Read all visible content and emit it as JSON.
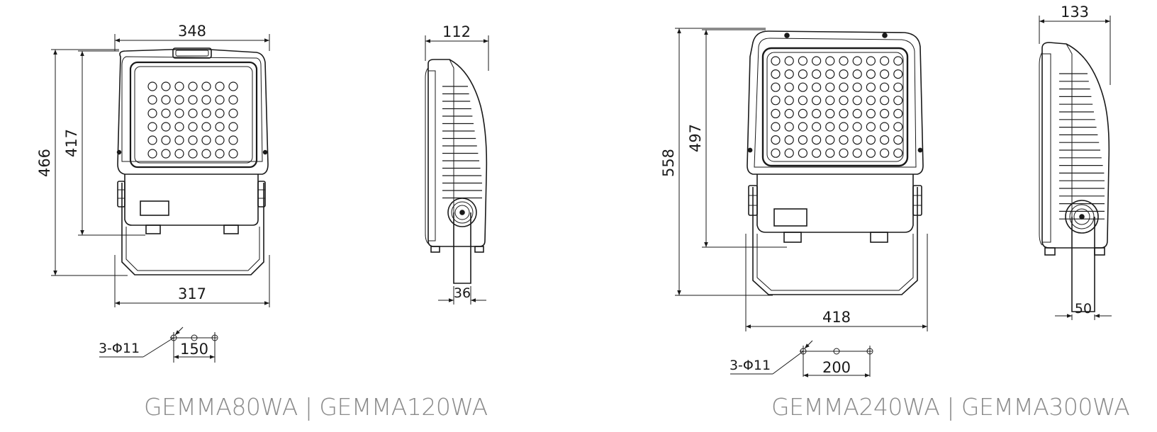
{
  "left": {
    "caption": "GEMMA80WA | GEMMA120WA",
    "dims": {
      "width_top": "348",
      "height_total": "466",
      "height_inner": "417",
      "width_bottom": "317",
      "depth": "112",
      "bracket": "36",
      "holes_label": "3-Φ11",
      "holes_spacing": "150"
    }
  },
  "right": {
    "caption": "GEMMA240WA | GEMMA300WA",
    "dims": {
      "width_top": "418",
      "height_total": "558",
      "height_inner": "497",
      "depth": "133",
      "bracket": "50",
      "holes_label": "3-Φ11",
      "holes_spacing": "200"
    }
  },
  "colors": {
    "line": "#1a1a1a",
    "caption": "#8a8a8a"
  }
}
